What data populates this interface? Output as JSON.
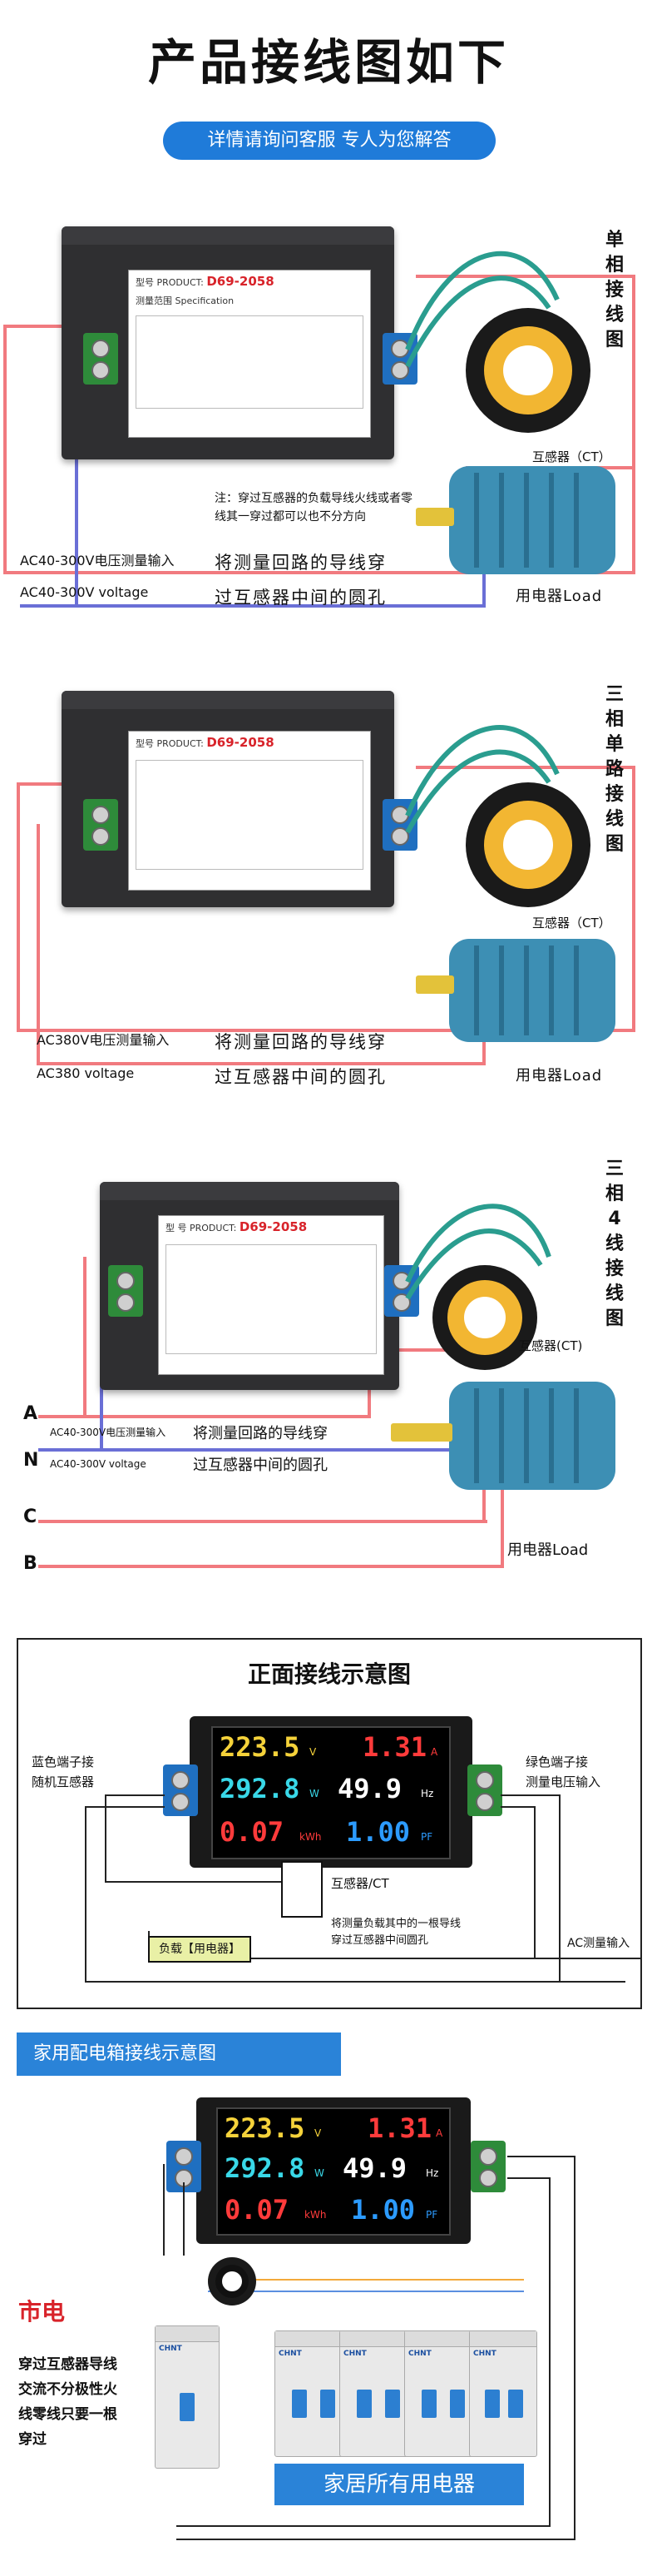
{
  "header": {
    "title": "产品接线图如下",
    "subtitle": "详情请询问客服 专人为您解答"
  },
  "single_phase": {
    "side_label": "单相接线图",
    "product_model": "D69-2058",
    "ct_label": "互感器（CT）",
    "voltage_input": "AC40-300V电压测量输入",
    "voltage_input_en": "AC40-300V voltage",
    "note": "注：穿过互感器的负载导线火线或者零线其一穿过都可以也不分方向",
    "instruction_1": "将测量回路的导线穿",
    "instruction_2": "过互感器中间的圆孔",
    "load_label": "用电器Load"
  },
  "three_phase_single": {
    "side_label": "三相单路接线图",
    "product_model": "D69-2058",
    "ct_label": "互感器（CT）",
    "voltage_input": "AC380V电压测量输入",
    "voltage_input_en": "AC380 voltage",
    "instruction_1": "将测量回路的导线穿",
    "instruction_2": "过互感器中间的圆孔",
    "load_label": "用电器Load"
  },
  "three_phase_four": {
    "side_label": "三相4线接线图",
    "product_model": "D69-2058",
    "ct_label": "互感器(CT)",
    "voltage_input": "AC40-300V电压测量输入",
    "voltage_input_en": "AC40-300V voltage",
    "instruction_1": "将测量回路的导线穿",
    "instruction_2": "过互感器中间的圆孔",
    "load_label": "用电器Load",
    "lines": [
      "A",
      "N",
      "C",
      "B"
    ]
  },
  "front_wiring": {
    "title": "正面接线示意图",
    "left_note_1": "蓝色端子接",
    "left_note_2": "随机互感器",
    "right_note_1": "绿色端子接",
    "right_note_2": "测量电压输入",
    "ct_label": "互感器/CT",
    "ct_note_1": "将测量负载其中的一根导线",
    "ct_note_2": "穿过互感器中间圆孔",
    "ac_input": "AC测量输入",
    "load_box": "负载【用电器】",
    "display": {
      "voltage": "223.5",
      "voltage_unit": "V",
      "current": "1.31",
      "current_unit": "A",
      "power": "292.8",
      "power_unit": "W",
      "frequency": "49.9",
      "frequency_unit": "Hz",
      "energy": "0.07",
      "energy_unit": "kWh",
      "pf": "1.00",
      "pf_unit": "PF"
    }
  },
  "home_box": {
    "title": "家用配电箱接线示意图",
    "mains_label": "市电",
    "note_1": "穿过互感器导线",
    "note_2": "交流不分极性火",
    "note_3": "线零线只要一根",
    "note_4": "穿过",
    "appliances_label": "家居所有用电器",
    "breaker_brand": "CHNT",
    "display": {
      "voltage": "223.5",
      "voltage_unit": "V",
      "current": "1.31",
      "current_unit": "A",
      "power": "292.8",
      "power_unit": "W",
      "frequency": "49.9",
      "frequency_unit": "Hz",
      "energy": "0.07",
      "energy_unit": "kWh",
      "pf": "1.00",
      "pf_unit": "PF"
    }
  },
  "colors": {
    "accent_blue": "#1f7bd9",
    "wire_red": "#f17a7f",
    "wire_blue": "#6a6fd6",
    "terminal_green": "#2e8b3a",
    "terminal_blue": "#1f6fc0",
    "voltage_digits": "#f5d23a",
    "current_digits": "#ff3b3b",
    "power_digits": "#39d8e8",
    "frequency_digits": "#ffffff",
    "energy_digits": "#ff3b3b",
    "pf_digits": "#2c9bff"
  }
}
